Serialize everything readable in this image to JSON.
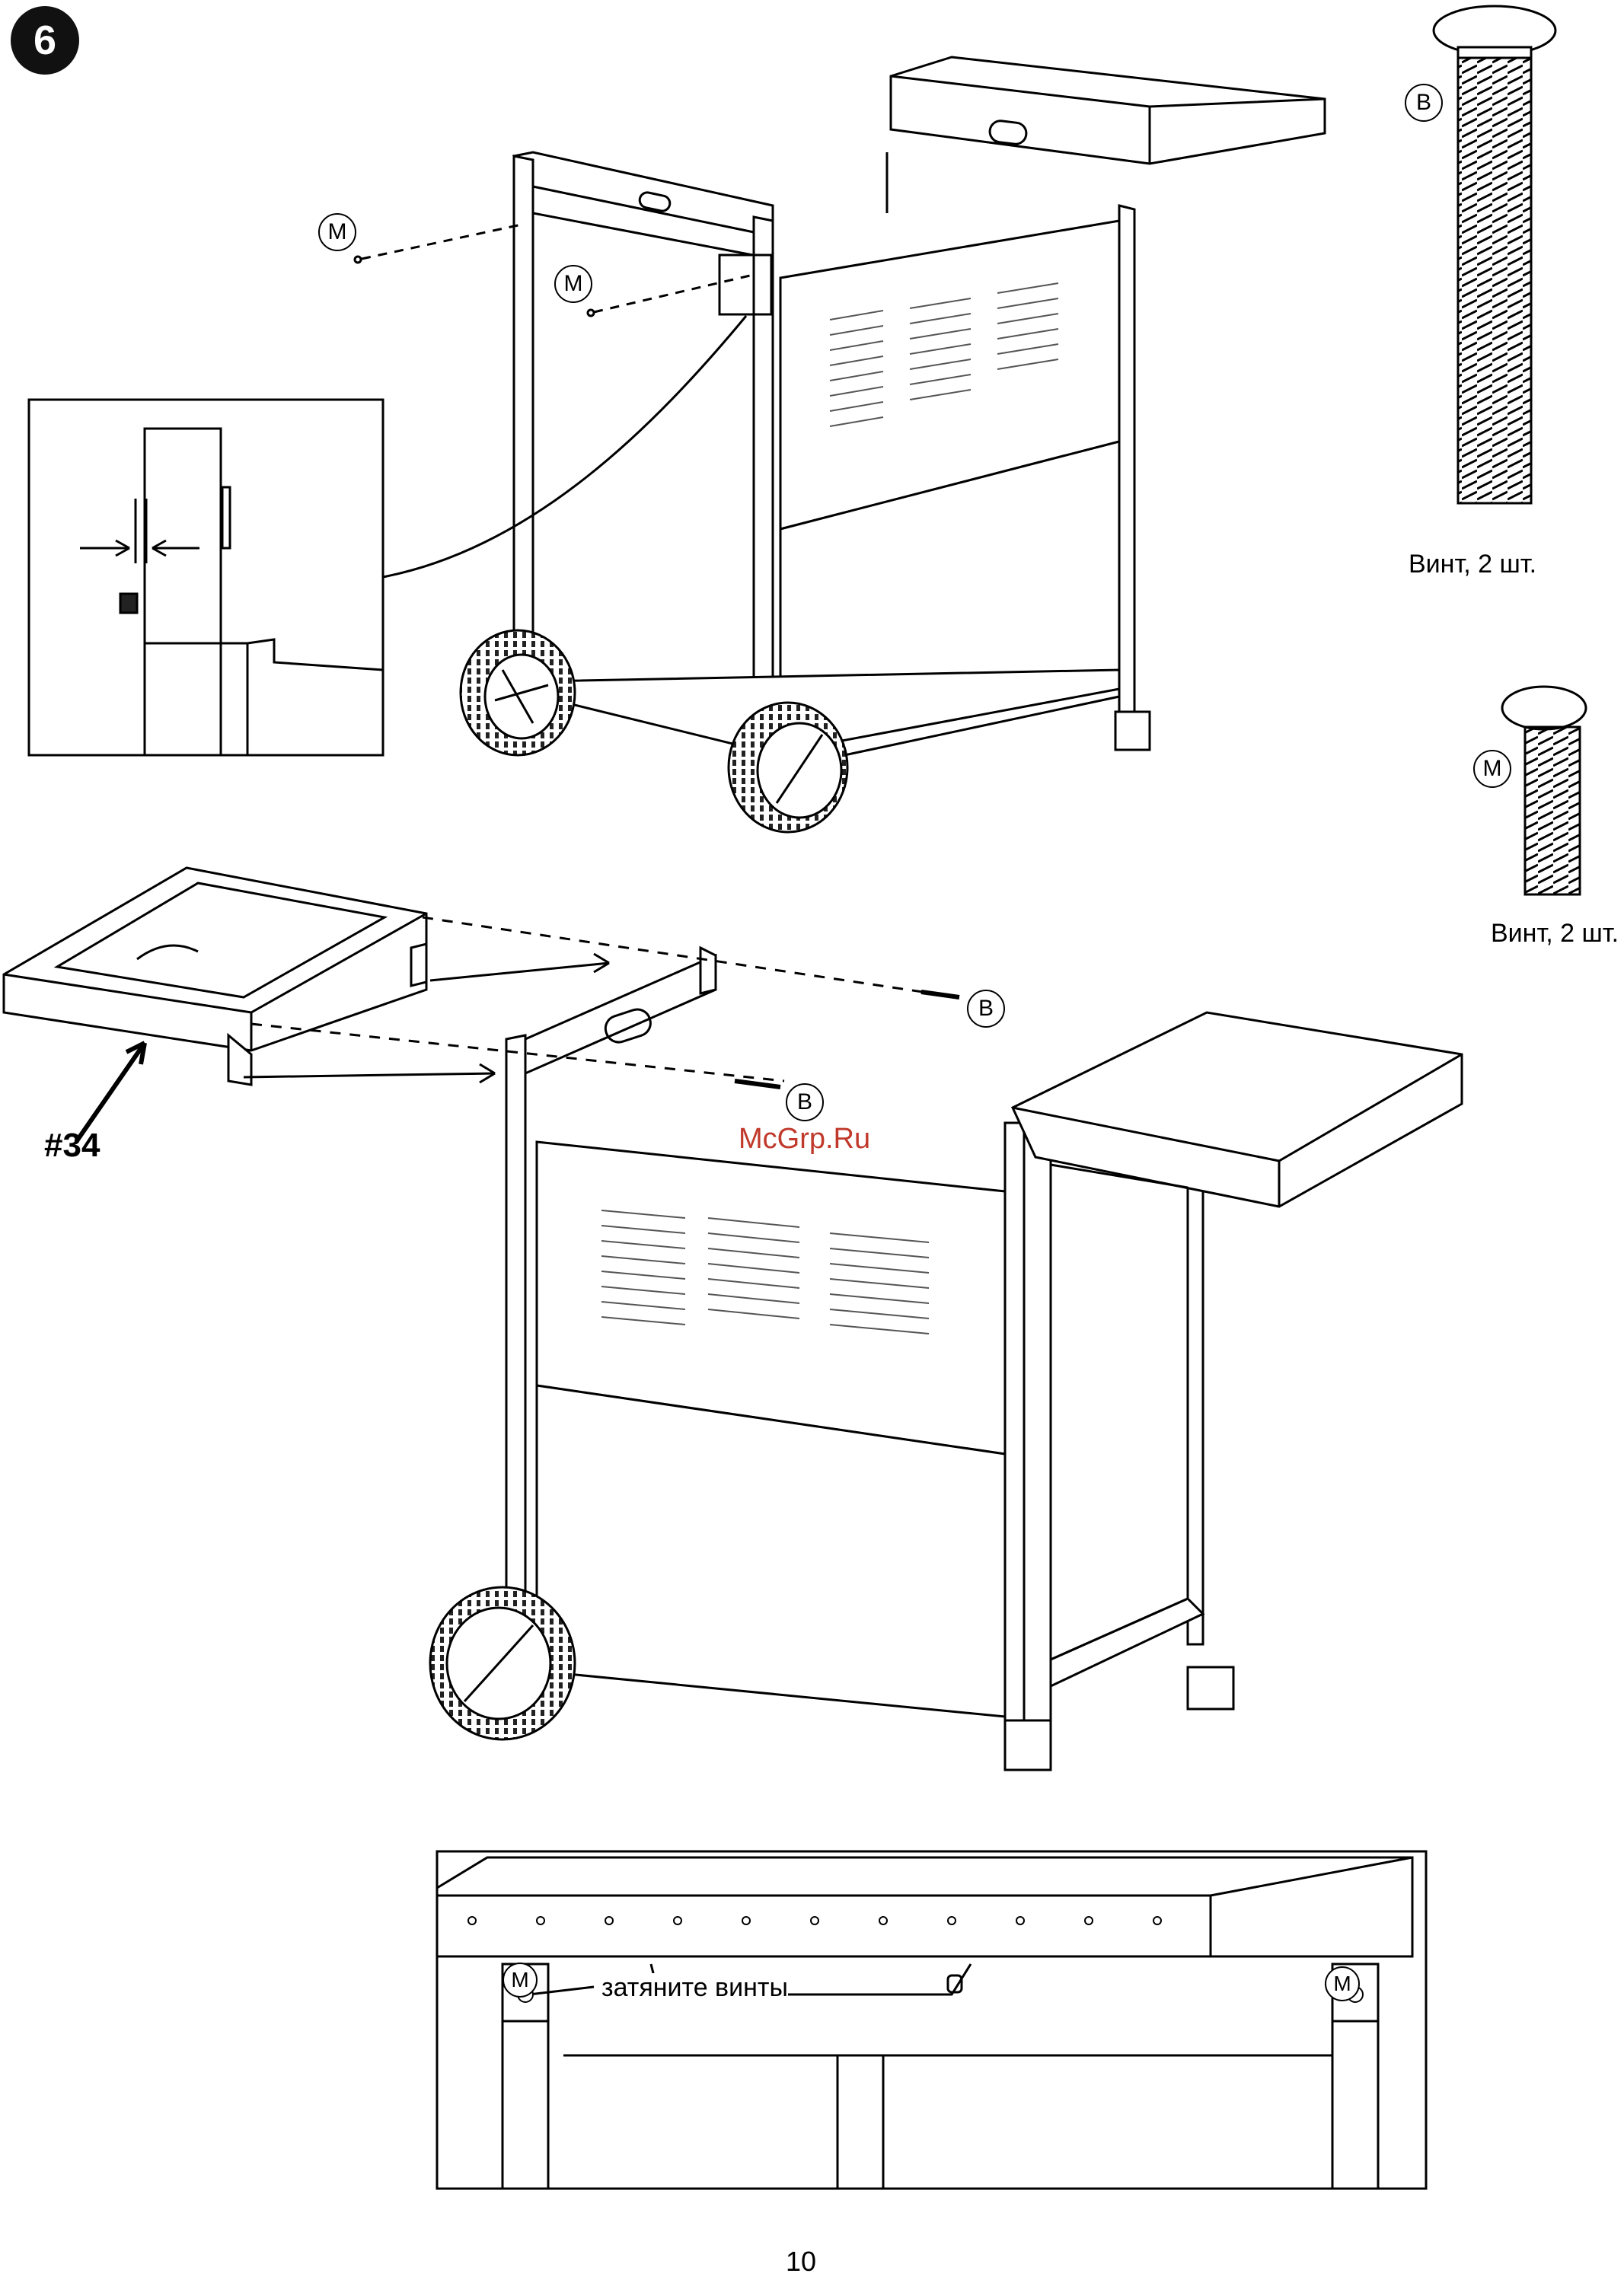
{
  "step": {
    "number": "6"
  },
  "fasteners": {
    "bolt_b": {
      "letter": "B",
      "caption": "Винт, 2 шт.",
      "icon": "long-screw-icon"
    },
    "bolt_m": {
      "letter": "M",
      "caption": "Винт, 2 шт.",
      "icon": "short-screw-icon"
    }
  },
  "labels": {
    "m": "M",
    "b": "B",
    "part_number": "#34",
    "tighten": "затяните  винты"
  },
  "watermark": "McGrp.Ru",
  "page_number": "10"
}
